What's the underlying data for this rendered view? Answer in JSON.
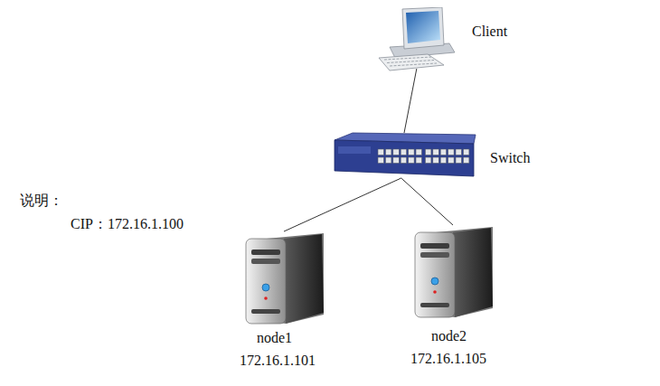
{
  "diagram": {
    "nodes": [
      {
        "text": [
          "Client"
        ]
      },
      {
        "text": [
          "Switch"
        ]
      },
      {
        "text": [
          "node1",
          "172.16.1.101"
        ]
      },
      {
        "text": [
          "node2",
          "172.16.1.105"
        ]
      }
    ],
    "edges": [
      {
        "from": 0,
        "to": 1,
        "arrow": "none"
      },
      {
        "from": 1,
        "to": 2,
        "arrow": "none"
      },
      {
        "from": 1,
        "to": 3,
        "arrow": "none"
      }
    ],
    "labels": [
      "说明：",
      "CIP：172.16.1.100"
    ]
  }
}
